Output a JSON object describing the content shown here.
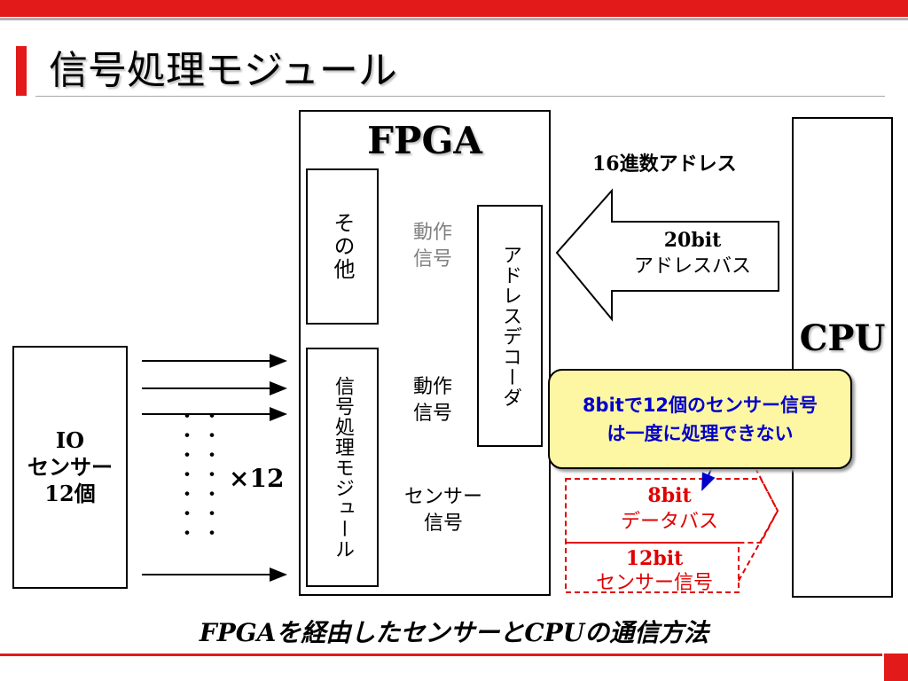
{
  "slide": {
    "title": "信号処理モジュール",
    "caption": "FPGAを経由したセンサーとCPUの通信方法"
  },
  "diagram": {
    "io_box": {
      "line1": "IO",
      "line2": "センサー",
      "line3": "12個"
    },
    "multiplier": "×12",
    "dots": [
      "・・",
      "・・",
      "・・",
      "・・",
      "・・",
      "・・",
      "・・"
    ],
    "fpga": {
      "title": "FPGA",
      "other": "その他",
      "signal_module": "信号処理モジュール",
      "address_decoder": "アドレスデコーダ",
      "dashed_operation_signal": {
        "line1": "動作",
        "line2": "信号"
      },
      "operation_signal": {
        "line1": "動作",
        "line2": "信号"
      },
      "sensor_signal_arrow": {
        "line1": "センサー",
        "line2": "信号"
      }
    },
    "cpu": {
      "label": "CPU"
    },
    "hex_address_label": "16進数アドレス",
    "address_bus": {
      "line1": "20bit",
      "line2": "アドレスバス"
    },
    "data_bus": {
      "line1": "8bit",
      "line2": "データバス"
    },
    "sensor_signal_12bit": {
      "line1": "12bit",
      "line2": "センサー信号"
    },
    "callout": {
      "line1": "8bitで12個のセンサー信号",
      "line2": "は一度に処理できない"
    },
    "colors": {
      "accent": "#e21a1a",
      "callout_bg": "#fdf6a3",
      "callout_text": "#0000cc",
      "warning_red": "#e00000"
    }
  }
}
